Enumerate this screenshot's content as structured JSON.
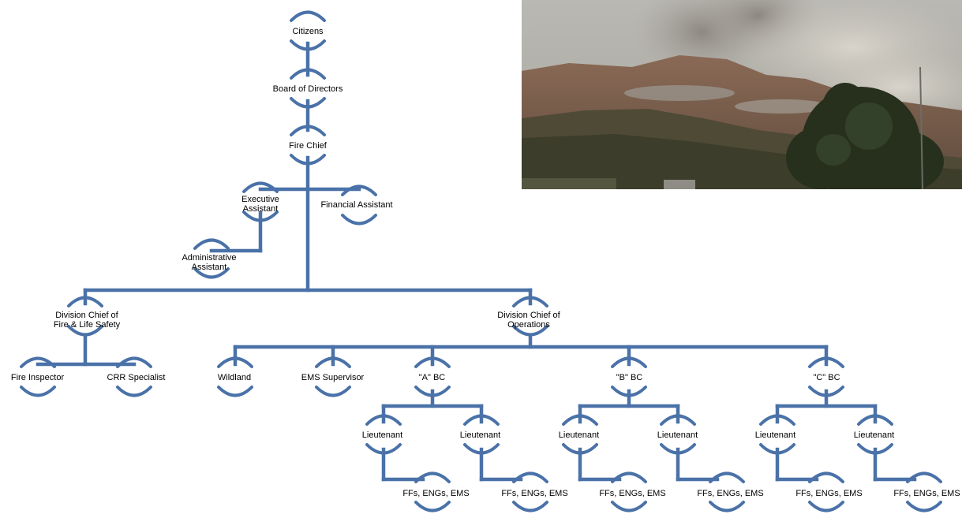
{
  "org_chart": {
    "nodes": {
      "citizens": "Citizens",
      "board": "Board of Directors",
      "fire_chief": "Fire Chief",
      "exec_assistant": "Executive\nAssistant",
      "financial_assistant": "Financial Assistant",
      "admin_assistant": "Administrative\nAssistant",
      "dc_fire_life_safety": "Division Chief of\nFire & Life Safety",
      "dc_operations": "Division Chief of\nOperations",
      "fire_inspector": "Fire Inspector",
      "crr_specialist": "CRR Specialist",
      "wildland": "Wildland",
      "ems_supervisor": "EMS Supervisor",
      "a_bc": "\"A\" BC",
      "b_bc": "\"B\" BC",
      "c_bc": "\"C\" BC",
      "lieutenant": "Lieutenant",
      "crew": "FFs, ENGs, EMS"
    },
    "colors": {
      "line": "#4a72a8",
      "node_arc": "#4a72a8",
      "text": "#000000"
    }
  },
  "photo": {
    "subject": "wildfire-smoke-over-mountains"
  }
}
